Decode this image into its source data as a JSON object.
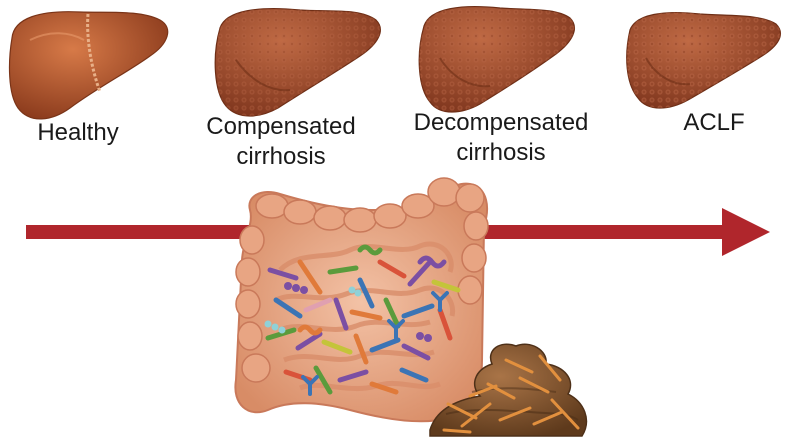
{
  "stages": [
    {
      "id": "healthy",
      "label": "Healthy",
      "liver_color": "#b8572a"
    },
    {
      "id": "compensated",
      "label": "Compensated\ncirrhosis",
      "liver_color": "#a4492a"
    },
    {
      "id": "decompensated",
      "label": "Decompensated\ncirrhosis",
      "liver_color": "#9d4427"
    },
    {
      "id": "aclf",
      "label": "ACLF",
      "liver_color": "#9a4226"
    }
  ],
  "colors": {
    "arrow": "#b0262c",
    "intestine": "#e8a583",
    "intestine_shadow": "#c9795a",
    "feces": "#8a5a2e",
    "bacteria": [
      "#7b4fa3",
      "#e07a3a",
      "#5b9b3c",
      "#3b74b5",
      "#d9533a",
      "#8a5a2e",
      "#c4c43a",
      "#e0a0b0"
    ]
  },
  "icons": {
    "progression_arrow": "right-arrow",
    "intestine": "intestine-with-microbiota",
    "feces": "stool-sample"
  }
}
